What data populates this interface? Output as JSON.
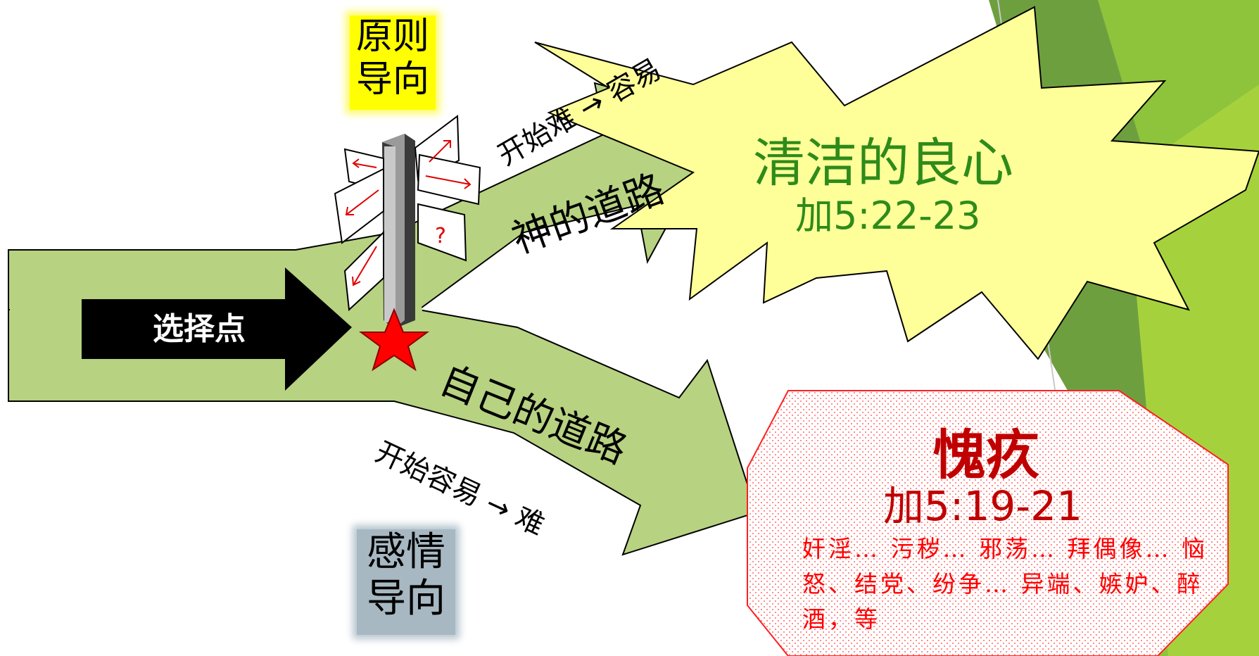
{
  "principle_badge": {
    "line1": "原则",
    "line2": "导向"
  },
  "emotion_badge": {
    "line1": "感情",
    "line2": "导向"
  },
  "choice_point": "选择点",
  "god_path": "神的道路",
  "self_path": "自己的道路",
  "hard_to_easy": "开始难 → 容易",
  "easy_to_hard": "开始容易 → 难",
  "conscience": {
    "title": "清洁的良心",
    "ref": "加5:22-23"
  },
  "guilt": {
    "title": "愧疚",
    "ref": "加5:19-21",
    "list": "奸淫… 污秽… 邪荡… 拜偶像… 恼怒、结党、纷争… 异端、嫉妒、醉酒，等"
  },
  "colors": {
    "path_green": "#b7d281",
    "burst_yellow": "#ffff99",
    "conscience_text": "#2e8b1a",
    "guilt_text": "#c00000",
    "guilt_list": "#ff0000",
    "star": "#ff0000",
    "bg_green_dark": "#6e9f3f",
    "bg_green_light": "#a5d23c"
  },
  "icons": [
    "signpost-icon",
    "star-icon",
    "arrow-right-icon"
  ]
}
